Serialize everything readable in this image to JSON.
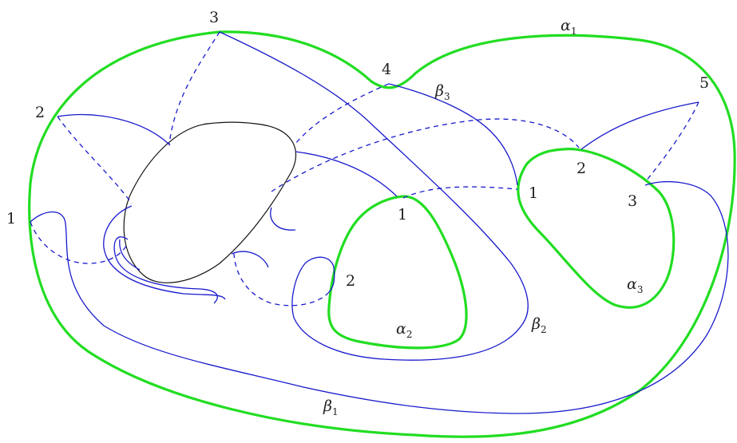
{
  "colors": {
    "alpha_curves": "#22dd22",
    "beta_curves": "#1a1acc",
    "hole_outline": "#111111"
  },
  "curves": {
    "alpha1": {
      "symbol": "α",
      "index": "1"
    },
    "alpha2": {
      "symbol": "α",
      "index": "2"
    },
    "alpha3": {
      "symbol": "α",
      "index": "3"
    },
    "beta1": {
      "symbol": "β",
      "index": "1"
    },
    "beta2": {
      "symbol": "β",
      "index": "2"
    },
    "beta3": {
      "symbol": "β",
      "index": "3"
    }
  },
  "point_labels": {
    "outer_1": "1",
    "outer_2": "2",
    "outer_3": "3",
    "outer_4": "4",
    "outer_5": "5",
    "alpha2_1": "1",
    "alpha2_2": "2",
    "alpha3_1": "1",
    "alpha3_2": "2",
    "alpha3_3": "3"
  }
}
